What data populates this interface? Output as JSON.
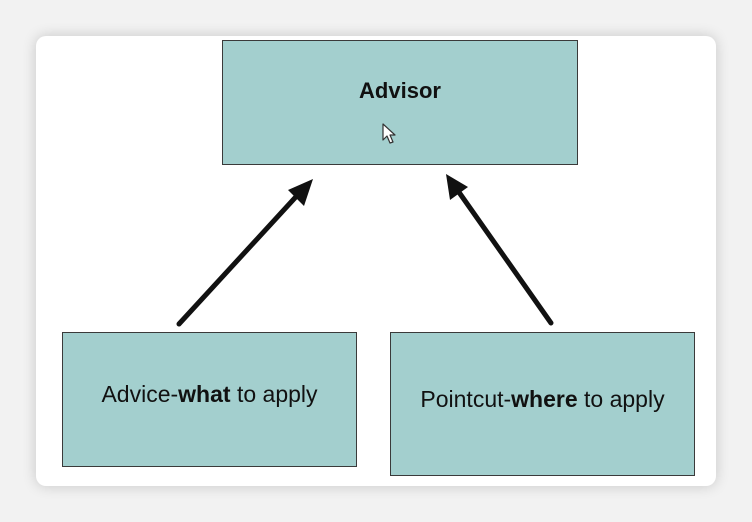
{
  "diagram": {
    "nodes": {
      "advisor": {
        "label": "Advisor"
      },
      "advice": {
        "prefix": "Advice-",
        "emphasis": "what",
        "suffix": " to apply"
      },
      "pointcut": {
        "prefix": "Pointcut-",
        "emphasis": "where",
        "suffix": " to apply"
      }
    },
    "edges": [
      {
        "from": "advice",
        "to": "advisor"
      },
      {
        "from": "pointcut",
        "to": "advisor"
      }
    ],
    "colors": {
      "box_fill": "#a3cfce",
      "box_border": "#3a3a3a",
      "arrow": "#111111",
      "background": "#ffffff"
    }
  }
}
